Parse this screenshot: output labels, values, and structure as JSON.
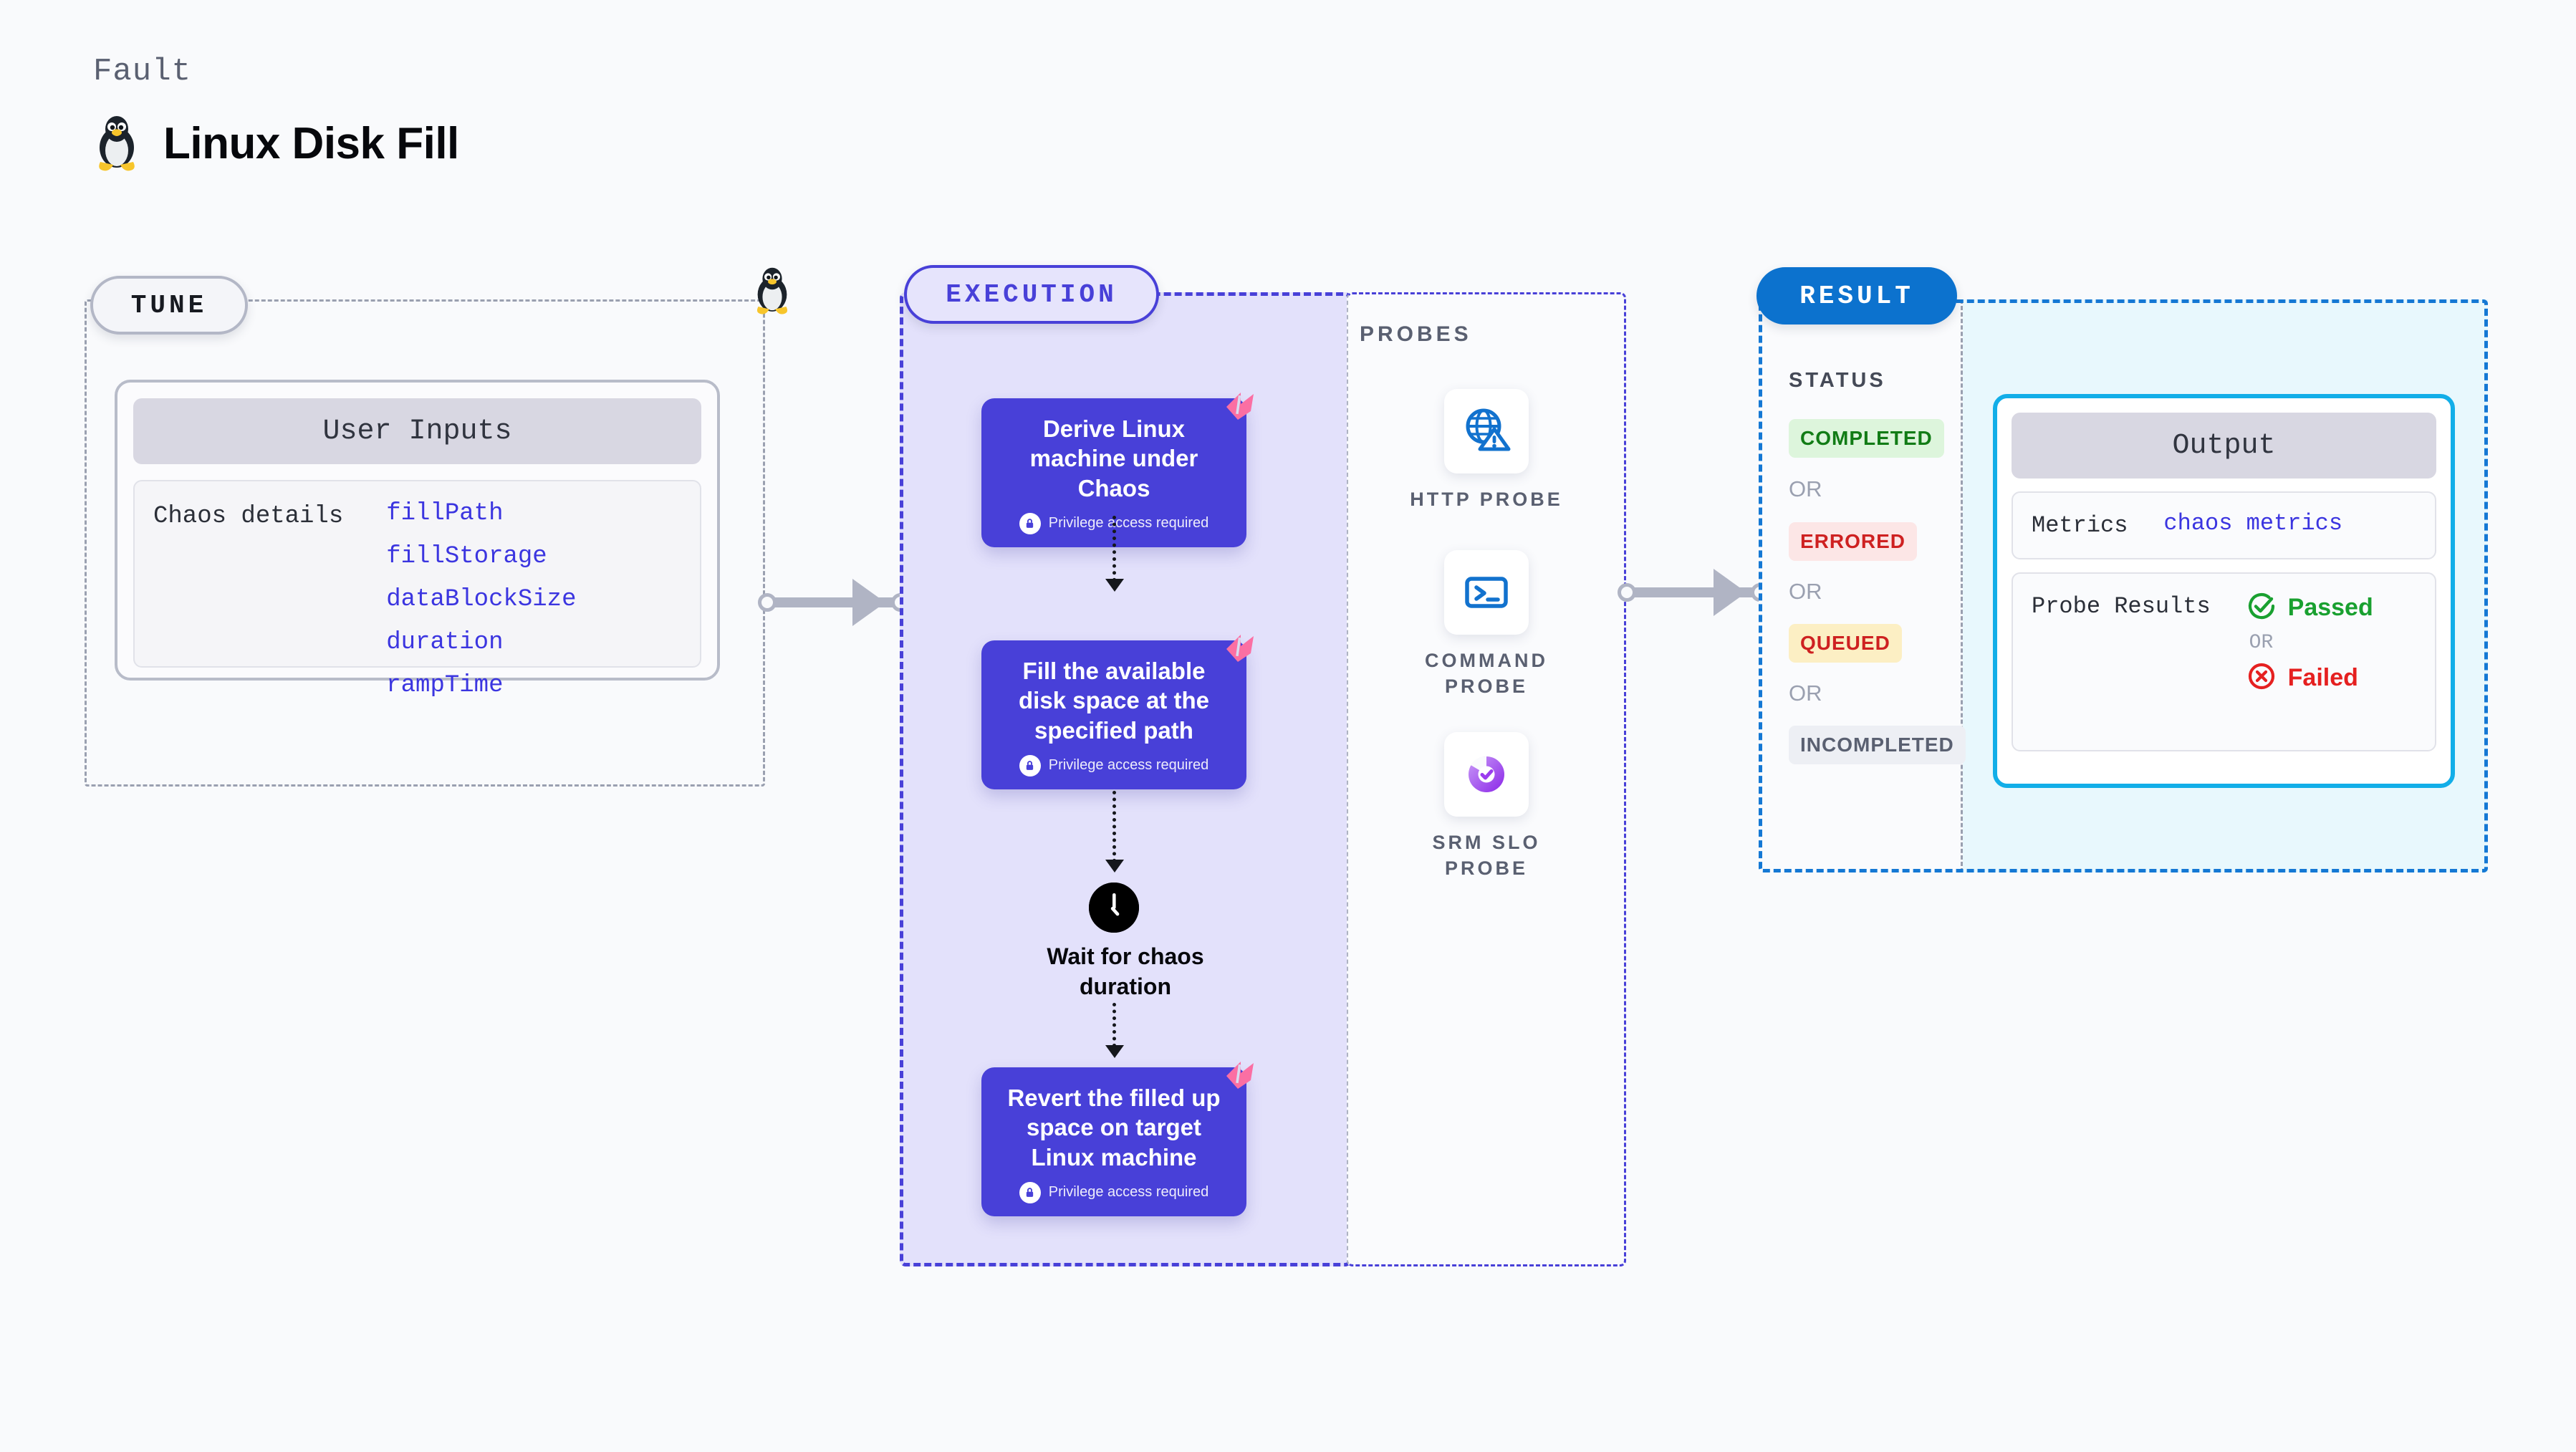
{
  "header": {
    "kicker": "Fault",
    "title": "Linux Disk Fill",
    "icon": "linux-tux-icon"
  },
  "tune": {
    "badge": "TUNE",
    "panel_title": "User Inputs",
    "row_label": "Chaos details",
    "params": [
      "fillPath",
      "fillStorage",
      "dataBlockSize",
      "duration",
      "rampTime"
    ]
  },
  "execution": {
    "badge": "EXECUTION",
    "privilege_note": "Privilege access required",
    "steps": [
      {
        "title": "Derive Linux machine under Chaos",
        "privileged": true
      },
      {
        "title": "Fill the available disk space at the specified path",
        "privileged": true
      },
      {
        "title": "Revert the filled up space on target Linux machine",
        "privileged": true
      }
    ],
    "wait": {
      "label": "Wait for chaos duration",
      "icon": "clock-icon"
    }
  },
  "probes": {
    "label": "PROBES",
    "items": [
      {
        "name": "HTTP PROBE",
        "icon": "globe-warning-icon"
      },
      {
        "name": "COMMAND PROBE",
        "icon": "terminal-icon"
      },
      {
        "name": "SRM SLO PROBE",
        "icon": "slo-donut-check-icon"
      }
    ]
  },
  "result": {
    "badge": "RESULT",
    "status_label": "STATUS",
    "or_text": "OR",
    "statuses": [
      {
        "text": "COMPLETED",
        "bg": "#DDF5DC",
        "fg": "#127C16"
      },
      {
        "text": "ERRORED",
        "bg": "#FCE6E6",
        "fg": "#CE2121"
      },
      {
        "text": "QUEUED",
        "bg": "#FCEFC4",
        "fg": "#CE2121"
      },
      {
        "text": "INCOMPLETED",
        "bg": "#EDEFF4",
        "fg": "#5A6071"
      }
    ],
    "output": {
      "title": "Output",
      "metrics_label": "Metrics",
      "metrics_value": "chaos metrics",
      "probe_results_label": "Probe Results",
      "passed": "Passed",
      "failed": "Failed",
      "or_text": "OR"
    }
  },
  "colors": {
    "accent_indigo": "#4840D8",
    "accent_blue": "#0C72CE",
    "accent_cyan": "#12AEE8",
    "flag_pink": "#FB6FA3",
    "connector_grey": "#B0B4C4",
    "canvas_bg": "#F9FAFC"
  }
}
